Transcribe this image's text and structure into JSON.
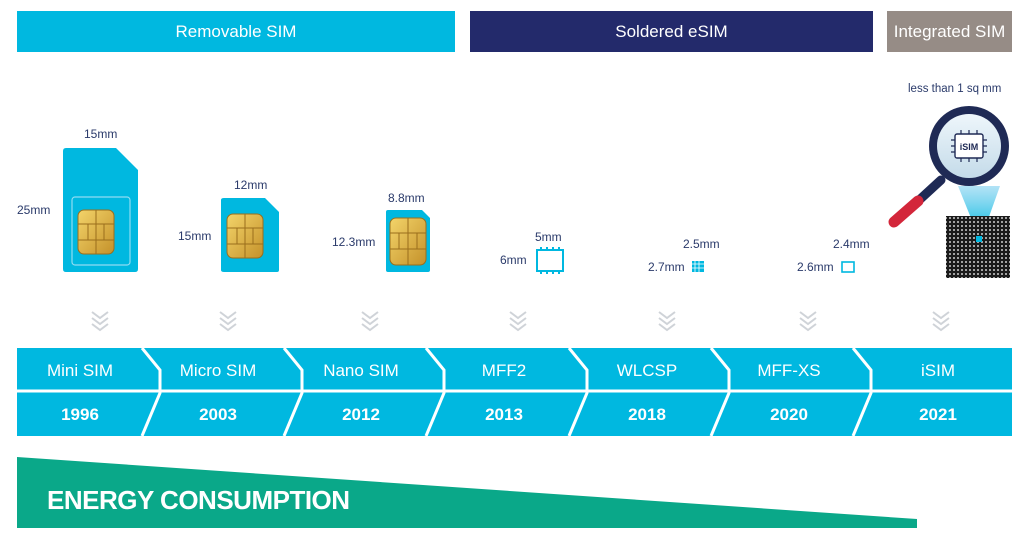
{
  "categories": [
    {
      "label": "Removable SIM",
      "color": "#00b8e0"
    },
    {
      "label": "Soldered eSIM",
      "color": "#232a6b"
    },
    {
      "label": "Integrated SIM",
      "color": "#968c86"
    }
  ],
  "timeline": [
    {
      "name": "Mini SIM",
      "year": "1996"
    },
    {
      "name": "Micro SIM",
      "year": "2003"
    },
    {
      "name": "Nano SIM",
      "year": "2012"
    },
    {
      "name": "MFF2",
      "year": "2013"
    },
    {
      "name": "WLCSP",
      "year": "2018"
    },
    {
      "name": "MFF-XS",
      "year": "2020"
    },
    {
      "name": "iSIM",
      "year": "2021"
    }
  ],
  "dimensions": {
    "mini_w": "15mm",
    "mini_h": "25mm",
    "micro_w": "12mm",
    "micro_h": "15mm",
    "nano_w": "8.8mm",
    "nano_h": "12.3mm",
    "mff2_w": "5mm",
    "mff2_h": "6mm",
    "wlcsp_w": "2.5mm",
    "wlcsp_h": "2.7mm",
    "mffxs_w": "2.4mm",
    "mffxs_h": "2.6mm"
  },
  "isim_note": "less than 1 sq mm",
  "isim_chip_label": "iSIM",
  "energy_label": "ENERGY CONSUMPTION",
  "colors": {
    "cyan": "#00b8e0",
    "navy": "#232a6b",
    "taupe": "#968c86",
    "teal": "#0aa889",
    "red": "#d3263a",
    "chip_gold": "#e2b53a"
  }
}
